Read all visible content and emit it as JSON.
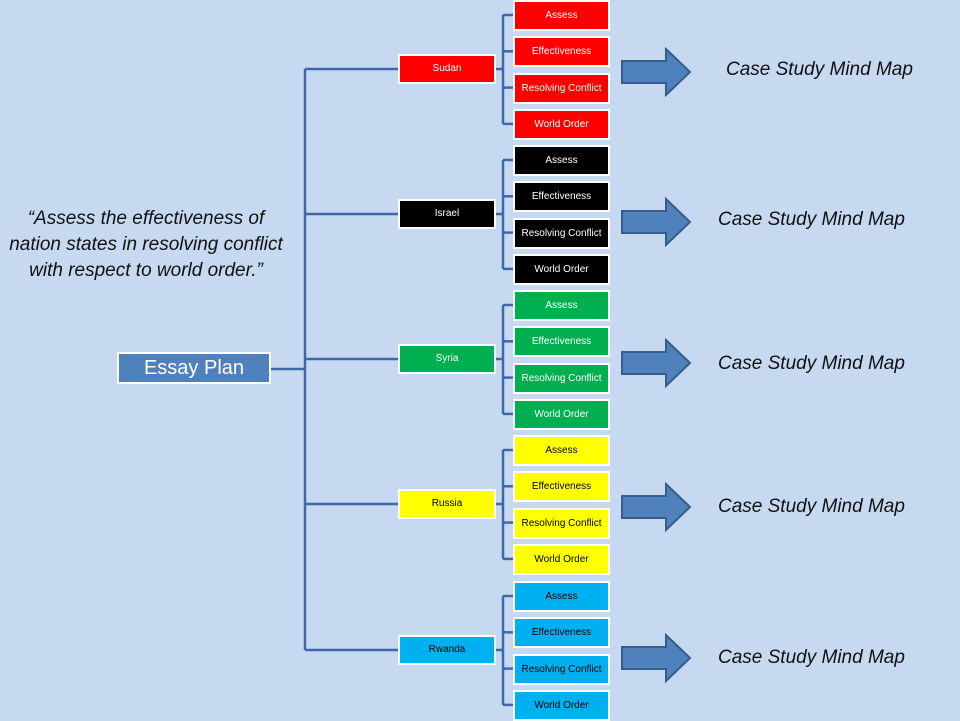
{
  "question": "“Assess the effectiveness of nation states in resolving conflict with respect to world order.”",
  "root": "Essay Plan",
  "branches": [
    {
      "country": "Sudan",
      "fill": "#ff0000",
      "text_color": "#ffffff",
      "subs": [
        "Assess",
        "Effectiveness",
        "Resolving Conflict",
        "World Order"
      ],
      "case_study": "Case Study Mind Map"
    },
    {
      "country": "Israel",
      "fill": "#000000",
      "text_color": "#ffffff",
      "subs": [
        "Assess",
        "Effectiveness",
        "Resolving Conflict",
        "World Order"
      ],
      "case_study": "Case Study Mind Map"
    },
    {
      "country": "Syria",
      "fill": "#00b050",
      "text_color": "#ffffff",
      "subs": [
        "Assess",
        "Effectiveness",
        "Resolving Conflict",
        "World Order"
      ],
      "case_study": "Case Study Mind Map"
    },
    {
      "country": "Russia",
      "fill": "#ffff00",
      "text_color": "#000000",
      "subs": [
        "Assess",
        "Effectiveness",
        "Resolving Conflict",
        "World Order"
      ],
      "case_study": "Case Study Mind Map"
    },
    {
      "country": "Rwanda",
      "fill": "#00b0f0",
      "text_color": "#000000",
      "subs": [
        "Assess",
        "Effectiveness",
        "Resolving Conflict",
        "World Order"
      ],
      "case_study": "Case Study Mind Map"
    }
  ],
  "colors": {
    "connector": "#3f68a8",
    "arrow_fill": "#4f81bd",
    "arrow_stroke": "#385d8a",
    "root_fill": "#4f81bd"
  }
}
